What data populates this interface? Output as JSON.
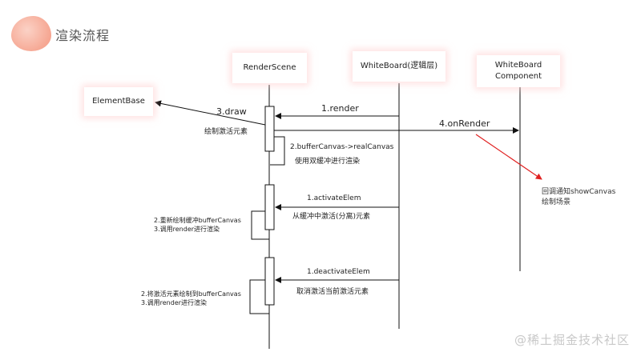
{
  "title": "渲染流程",
  "participants": {
    "element_base": "ElementBase",
    "render_scene": "RenderScene",
    "whiteboard": "WhiteBoard(逻辑层)",
    "component_line1": "WhiteBoard",
    "component_line2": "Component"
  },
  "messages": {
    "draw": "3.draw",
    "draw_desc": "绘制激活元素",
    "render": "1.render",
    "on_render": "4.onRender",
    "buffer_step": "2.bufferCanvas->realCanvas",
    "buffer_desc": "使用双缓冲进行渲染",
    "activate": "1.activateElem",
    "activate_desc": "从缓冲中激活(分离)元素",
    "activate_note1": "2.重新绘制缓冲bufferCanvas",
    "activate_note2": "3.调用render进行渲染",
    "deactivate": "1.deactivateElem",
    "deactivate_desc": "取消激活当前激活元素",
    "deactivate_note1": "2.将激活元素绘制到bufferCanvas",
    "deactivate_note2": "3.调用render进行渲染",
    "callback_line1": "回调通知showCanvas",
    "callback_line2": "绘制场景"
  },
  "watermark": "@稀土掘金技术社区",
  "colors": {
    "callback_arrow": "#e02020",
    "box_glow": "#ffc8c8"
  }
}
